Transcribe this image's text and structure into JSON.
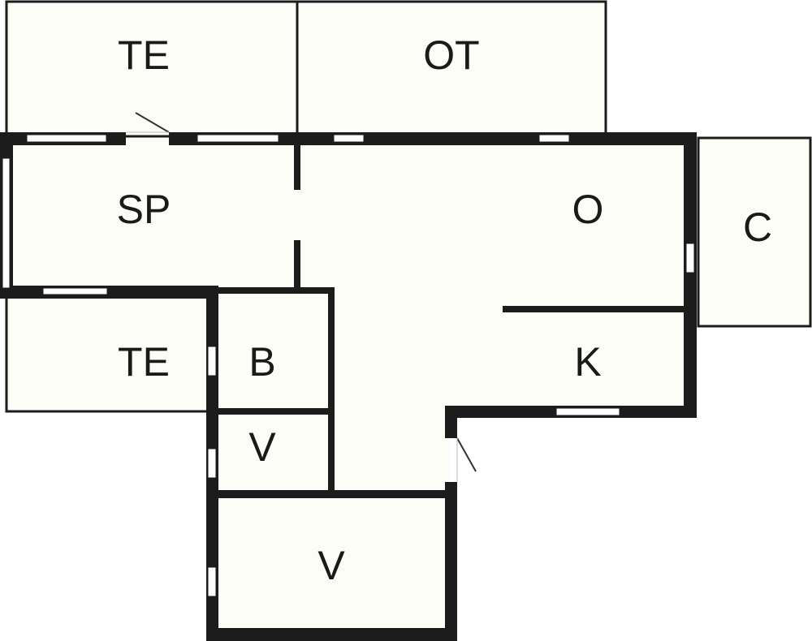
{
  "diagram": {
    "type": "floor-plan",
    "colors": {
      "floor": "#fdfdf8",
      "wall": "#1c1c1c",
      "window": "#ffffff",
      "background": "#ffffff"
    },
    "rooms": [
      {
        "id": "terrace-top",
        "label": "TE"
      },
      {
        "id": "covered-terrace",
        "label": "OT"
      },
      {
        "id": "bedroom",
        "label": "SP"
      },
      {
        "id": "living-room",
        "label": "O"
      },
      {
        "id": "carport",
        "label": "C"
      },
      {
        "id": "terrace-bottom",
        "label": "TE"
      },
      {
        "id": "bathroom",
        "label": "B"
      },
      {
        "id": "kitchen",
        "label": "K"
      },
      {
        "id": "storage-small",
        "label": "V"
      },
      {
        "id": "storage-large",
        "label": "V"
      }
    ]
  }
}
